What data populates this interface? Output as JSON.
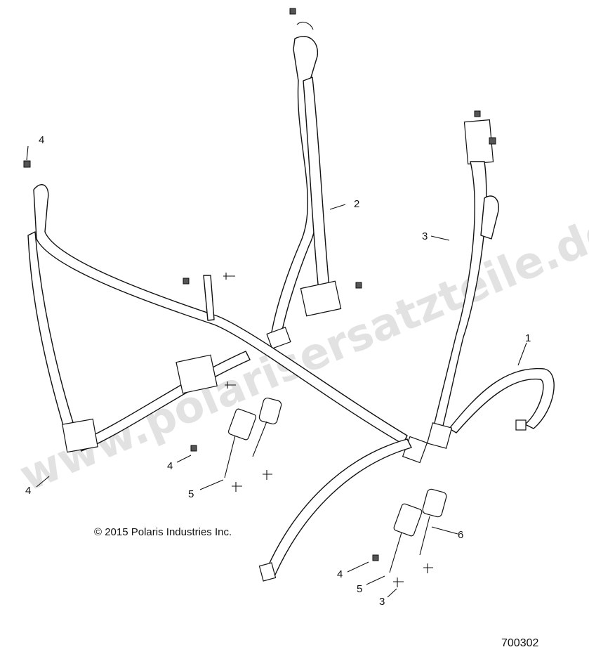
{
  "watermark": "www.polarisersatzteile.de",
  "callouts": {
    "c1": "1",
    "c2": "2",
    "c3a": "3",
    "c3b": "3",
    "c4a": "4",
    "c4b": "4",
    "c4c": "4",
    "c4d": "4",
    "c5a": "5",
    "c5b": "5",
    "c6": "6"
  },
  "copyright": "© 2015 Polaris Industries Inc.",
  "figure_number": "700302"
}
